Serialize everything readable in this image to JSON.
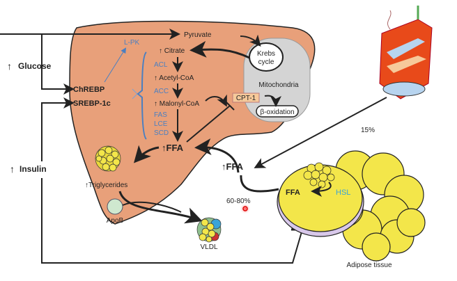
{
  "labels": {
    "glucose": "Glucose",
    "insulin": "Insulin",
    "chrebp": "ChREBP",
    "srebp": "SREBP-1c",
    "lpk": "L-PK",
    "pyruvate": "Pyruvate",
    "citrate": "Citrate",
    "acl": "ACL",
    "acetyl_coa": "Acetyl-CoA",
    "acc": "ACC",
    "malonyl_coa": "Malonyl-CoA",
    "fas": "FAS",
    "lce": "LCE",
    "scd": "SCD",
    "ffa_liver": "FFA",
    "krebs": "Krebs",
    "cycle": "cycle",
    "mitochondria": "Mitochondria",
    "cpt1": "CPT-1",
    "beta_ox": "β-oxidation",
    "triglycerides": "Triglycerides",
    "apob": "ApoB",
    "vldl": "VLDL",
    "ffa_plasma": "FFA",
    "pct_15": "15%",
    "pct_60_80": "60-80%",
    "ffa_adipose": "FFA",
    "hsl": "HSL",
    "adipose": "Adipose tissue"
  },
  "colors": {
    "liver": "#e8a07a",
    "fat": "#f3e64a",
    "mitochondria": "#d4d4d4",
    "enzyme_blue": "#4a7fc1",
    "cpt1_box": "#f6c99a"
  }
}
